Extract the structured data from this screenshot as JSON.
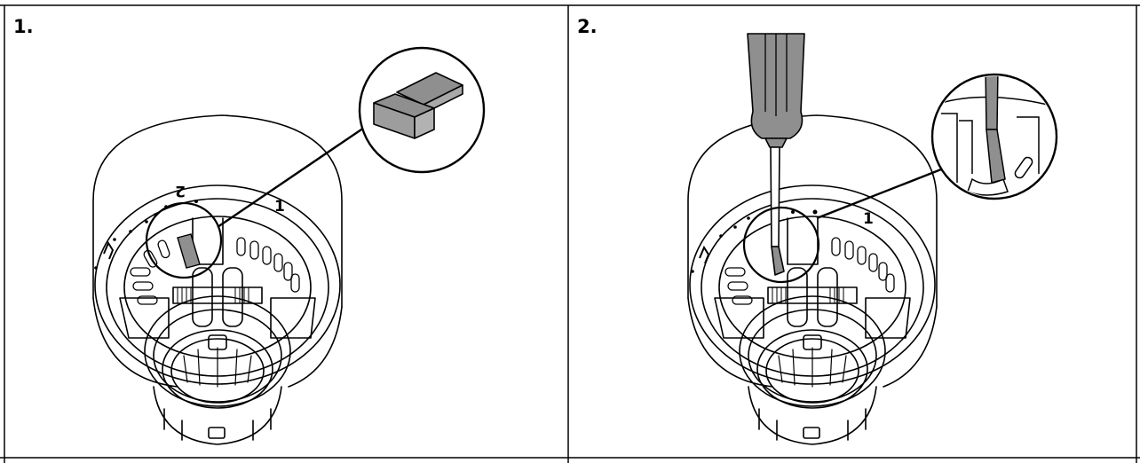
{
  "steps": [
    {
      "number": "1.",
      "scale_mark_left": "2",
      "scale_mark_right": "1",
      "zoom_icon": "wedge-block-icon"
    },
    {
      "number": "2.",
      "scale_mark_right": "1",
      "zoom_icon": "screwdriver-tip-icon"
    }
  ],
  "colors": {
    "line": "#000000",
    "fill_gray": "#8f8f8f",
    "background": "#ffffff"
  }
}
